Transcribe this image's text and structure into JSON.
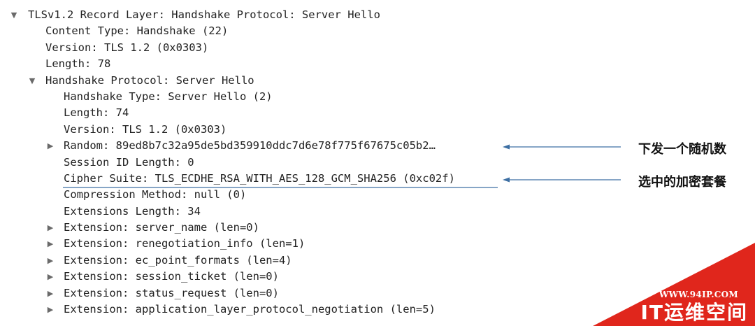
{
  "tree": {
    "record_layer": "TLSv1.2 Record Layer: Handshake Protocol: Server Hello",
    "content_type": "Content Type: Handshake (22)",
    "version": "Version: TLS 1.2 (0x0303)",
    "length": "Length: 78",
    "handshake_protocol": "Handshake Protocol: Server Hello",
    "handshake": {
      "type": "Handshake Type: Server Hello (2)",
      "length": "Length: 74",
      "version": "Version: TLS 1.2 (0x0303)",
      "random": "Random: 89ed8b7c32a95de5bd359910ddc7d6e78f775f67675c05b2…",
      "session_id_length": "Session ID Length: 0",
      "cipher_suite": "Cipher Suite: TLS_ECDHE_RSA_WITH_AES_128_GCM_SHA256 (0xc02f)",
      "compression_method": "Compression Method: null (0)",
      "extensions_length": "Extensions Length: 34",
      "extensions": [
        "Extension: server_name (len=0)",
        "Extension: renegotiation_info (len=1)",
        "Extension: ec_point_formats (len=4)",
        "Extension: session_ticket (len=0)",
        "Extension: status_request (len=0)",
        "Extension: application_layer_protocol_negotiation (len=5)"
      ]
    }
  },
  "annotations": {
    "random_note": "下发一个随机数",
    "cipher_note": "选中的加密套餐"
  },
  "watermark": {
    "url": "WWW.94IP.COM",
    "name": "IT运维空间"
  },
  "colors": {
    "text": "#222222",
    "arrow": "#3d6fa3",
    "watermark_bg": "#e0261c"
  }
}
